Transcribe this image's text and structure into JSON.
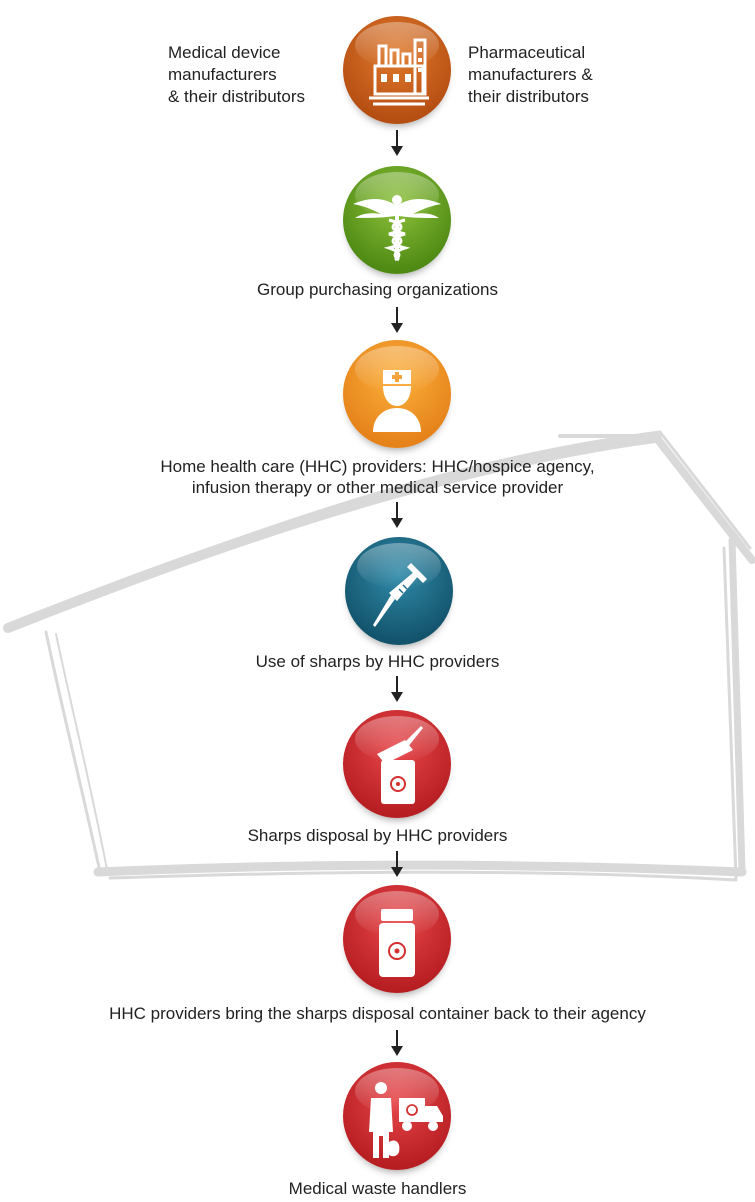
{
  "steps": {
    "manufacturers": {
      "left_label": "Medical device\nmanufacturers\n& their distributors",
      "right_label": "Pharmaceutical\nmanufacturers &\ntheir distributors",
      "icon": "factory-icon",
      "color": "#c25a18"
    },
    "gpo": {
      "label": "Group purchasing organizations",
      "icon": "caduceus-icon",
      "color": "#6aa52a"
    },
    "hhc_providers": {
      "label_line1": "Home health care (HHC) providers: HHC/hospice agency,",
      "label_line2": "infusion therapy or other medical service provider",
      "icon": "nurse-icon",
      "color": "#f39a25"
    },
    "use_sharps": {
      "label": "Use of sharps by HHC providers",
      "icon": "syringe-icon",
      "color": "#1c6a88"
    },
    "sharps_disposal": {
      "label": "Sharps disposal by HHC providers",
      "icon": "sharps-container-syringe-icon",
      "color": "#d2302f"
    },
    "bring_back": {
      "label": "HHC providers bring the sharps disposal container back to their agency",
      "icon": "sharps-container-icon",
      "color": "#d2302f"
    },
    "waste_handlers": {
      "label": "Medical waste handlers",
      "icon": "waste-handler-truck-icon",
      "color": "#d2302f"
    }
  },
  "background": {
    "shape": "house-outline-icon",
    "color": "#d8d8d8"
  }
}
